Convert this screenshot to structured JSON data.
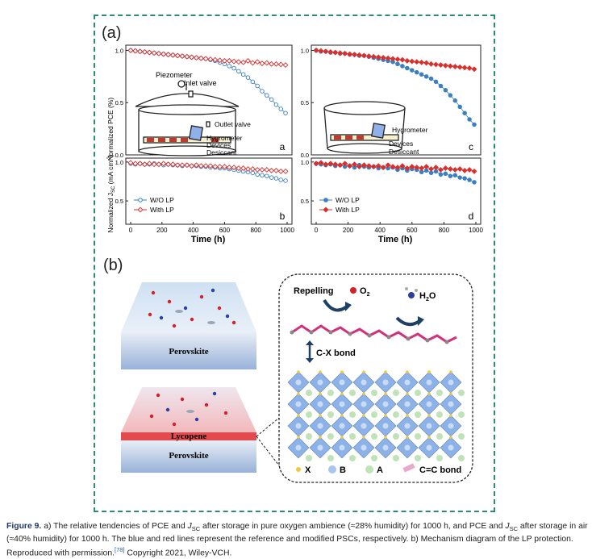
{
  "panel_a_label": "(a)",
  "panel_b_label": "(b)",
  "charts": {
    "sub_labels": [
      "a",
      "b",
      "c",
      "d"
    ],
    "x_label": "Time (h)",
    "y_label_pce": "Normalized PCE (%)",
    "y_label_jsc_main": "Normalized J",
    "y_label_jsc_sub": "SC",
    "y_label_jsc_unit": " (mA cm",
    "y_label_jsc_sup": "-2",
    "y_label_jsc_end": ")",
    "x_ticks": [
      "0",
      "200",
      "400",
      "600",
      "800",
      "1000"
    ],
    "y_ticks_top": [
      "1.0",
      "0.5",
      "0.0"
    ],
    "y_ticks_bottom": [
      "1.0",
      "0.5"
    ],
    "legend": [
      "W/O LP",
      "With LP"
    ],
    "colors": {
      "wo": "#3a7fc1",
      "with": "#d9302c"
    },
    "inset_left": {
      "piezometer": "Piezometer",
      "inlet": "Inlet valve",
      "outlet": "Outlet valve",
      "hygrometer": "Hygrometer",
      "devices": "Devices",
      "desiccant": "Desiccant"
    },
    "inset_right": {
      "hygrometer": "Hygrometer",
      "devices": "Devices",
      "desiccant": "Desiccant"
    }
  },
  "chart_data": [
    {
      "type": "scatter",
      "panel": "a",
      "xlabel": "Time (h)",
      "ylabel": "Normalized PCE (%)",
      "xlim": [
        0,
        1000
      ],
      "ylim": [
        0,
        1.05
      ],
      "series": [
        {
          "name": "W/O LP",
          "x": [
            0,
            30,
            60,
            90,
            120,
            150,
            180,
            210,
            240,
            270,
            300,
            330,
            360,
            390,
            420,
            450,
            480,
            510,
            540,
            570,
            600,
            630,
            660,
            690,
            720,
            750,
            780,
            810,
            840,
            870,
            900,
            930,
            960,
            990
          ],
          "values": [
            1.0,
            0.995,
            0.99,
            0.985,
            0.98,
            0.975,
            0.97,
            0.965,
            0.96,
            0.955,
            0.95,
            0.945,
            0.94,
            0.935,
            0.93,
            0.925,
            0.92,
            0.91,
            0.9,
            0.885,
            0.87,
            0.85,
            0.83,
            0.8,
            0.77,
            0.74,
            0.7,
            0.66,
            0.61,
            0.57,
            0.53,
            0.48,
            0.44,
            0.4
          ]
        },
        {
          "name": "With LP",
          "x": [
            0,
            30,
            60,
            90,
            120,
            150,
            180,
            210,
            240,
            270,
            300,
            330,
            360,
            390,
            420,
            450,
            480,
            510,
            540,
            570,
            600,
            630,
            660,
            690,
            720,
            750,
            780,
            810,
            840,
            870,
            900,
            930,
            960,
            990
          ],
          "values": [
            1.0,
            0.995,
            0.99,
            0.985,
            0.98,
            0.975,
            0.97,
            0.965,
            0.96,
            0.955,
            0.95,
            0.945,
            0.94,
            0.935,
            0.93,
            0.925,
            0.92,
            0.915,
            0.91,
            0.905,
            0.9,
            0.9,
            0.895,
            0.89,
            0.885,
            0.9,
            0.88,
            0.89,
            0.875,
            0.88,
            0.87,
            0.87,
            0.865,
            0.86
          ]
        }
      ]
    },
    {
      "type": "scatter",
      "panel": "b",
      "xlabel": "Time (h)",
      "ylabel": "Normalized JSC",
      "xlim": [
        0,
        1000
      ],
      "ylim": [
        0.2,
        1.05
      ],
      "series": [
        {
          "name": "W/O LP",
          "x": [
            0,
            30,
            60,
            90,
            120,
            150,
            180,
            210,
            240,
            270,
            300,
            330,
            360,
            390,
            420,
            450,
            480,
            510,
            540,
            570,
            600,
            630,
            660,
            690,
            720,
            750,
            780,
            810,
            840,
            870,
            900,
            930,
            960,
            990
          ],
          "values": [
            0.98,
            0.97,
            0.98,
            0.97,
            0.97,
            0.98,
            0.97,
            0.96,
            0.97,
            0.96,
            0.96,
            0.95,
            0.96,
            0.95,
            0.95,
            0.94,
            0.94,
            0.93,
            0.93,
            0.92,
            0.92,
            0.91,
            0.9,
            0.89,
            0.88,
            0.87,
            0.86,
            0.84,
            0.83,
            0.82,
            0.8,
            0.79,
            0.77,
            0.76
          ]
        },
        {
          "name": "With LP",
          "x": [
            0,
            30,
            60,
            90,
            120,
            150,
            180,
            210,
            240,
            270,
            300,
            330,
            360,
            390,
            420,
            450,
            480,
            510,
            540,
            570,
            600,
            630,
            660,
            690,
            720,
            750,
            780,
            810,
            840,
            870,
            900,
            930,
            960,
            990
          ],
          "values": [
            0.99,
            0.98,
            0.98,
            0.97,
            0.98,
            0.97,
            0.97,
            0.98,
            0.97,
            0.97,
            0.96,
            0.96,
            0.96,
            0.95,
            0.96,
            0.95,
            0.95,
            0.95,
            0.94,
            0.94,
            0.94,
            0.93,
            0.93,
            0.92,
            0.92,
            0.91,
            0.91,
            0.9,
            0.9,
            0.9,
            0.89,
            0.89,
            0.88,
            0.88
          ]
        }
      ]
    },
    {
      "type": "scatter",
      "panel": "c",
      "xlabel": "Time (h)",
      "ylabel": "Normalized PCE (%)",
      "xlim": [
        0,
        1000
      ],
      "ylim": [
        0,
        1.05
      ],
      "series": [
        {
          "name": "W/O LP",
          "x": [
            0,
            30,
            60,
            90,
            120,
            150,
            180,
            210,
            240,
            270,
            300,
            330,
            360,
            390,
            420,
            450,
            480,
            510,
            540,
            570,
            600,
            630,
            660,
            690,
            720,
            750,
            780,
            810,
            840,
            870,
            900,
            930,
            960,
            990
          ],
          "values": [
            1.0,
            0.99,
            0.99,
            0.98,
            0.98,
            0.97,
            0.97,
            0.96,
            0.96,
            0.95,
            0.95,
            0.94,
            0.93,
            0.92,
            0.91,
            0.9,
            0.89,
            0.87,
            0.85,
            0.83,
            0.81,
            0.79,
            0.77,
            0.75,
            0.73,
            0.7,
            0.66,
            0.62,
            0.57,
            0.52,
            0.46,
            0.4,
            0.34,
            0.29
          ]
        },
        {
          "name": "With LP",
          "x": [
            0,
            30,
            60,
            90,
            120,
            150,
            180,
            210,
            240,
            270,
            300,
            330,
            360,
            390,
            420,
            450,
            480,
            510,
            540,
            570,
            600,
            630,
            660,
            690,
            720,
            750,
            780,
            810,
            840,
            870,
            900,
            930,
            960,
            990
          ],
          "values": [
            1.0,
            0.995,
            0.99,
            0.985,
            0.98,
            0.975,
            0.97,
            0.965,
            0.96,
            0.955,
            0.95,
            0.945,
            0.94,
            0.935,
            0.93,
            0.925,
            0.92,
            0.915,
            0.91,
            0.9,
            0.895,
            0.89,
            0.885,
            0.88,
            0.87,
            0.865,
            0.86,
            0.855,
            0.85,
            0.845,
            0.84,
            0.835,
            0.83,
            0.82
          ]
        }
      ]
    },
    {
      "type": "scatter",
      "panel": "d",
      "xlabel": "Time (h)",
      "ylabel": "Normalized JSC",
      "xlim": [
        0,
        1000
      ],
      "ylim": [
        0.2,
        1.05
      ],
      "series": [
        {
          "name": "W/O LP",
          "x": [
            0,
            30,
            60,
            90,
            120,
            150,
            180,
            210,
            240,
            270,
            300,
            330,
            360,
            390,
            420,
            450,
            480,
            510,
            540,
            570,
            600,
            630,
            660,
            690,
            720,
            750,
            780,
            810,
            840,
            870,
            900,
            930,
            960,
            990
          ],
          "values": [
            0.98,
            0.97,
            0.96,
            0.97,
            0.95,
            0.96,
            0.94,
            0.95,
            0.93,
            0.96,
            0.94,
            0.93,
            0.94,
            0.92,
            0.93,
            0.92,
            0.93,
            0.9,
            0.92,
            0.89,
            0.91,
            0.9,
            0.87,
            0.89,
            0.86,
            0.88,
            0.84,
            0.85,
            0.82,
            0.83,
            0.8,
            0.79,
            0.77,
            0.74
          ]
        },
        {
          "name": "With LP",
          "x": [
            0,
            30,
            60,
            90,
            120,
            150,
            180,
            210,
            240,
            270,
            300,
            330,
            360,
            390,
            420,
            450,
            480,
            510,
            540,
            570,
            600,
            630,
            660,
            690,
            720,
            750,
            780,
            810,
            840,
            870,
            900,
            930,
            960,
            990
          ],
          "values": [
            0.98,
            0.99,
            0.97,
            0.98,
            0.97,
            0.96,
            0.98,
            0.95,
            0.97,
            0.94,
            0.96,
            0.95,
            0.94,
            0.95,
            0.93,
            0.96,
            0.94,
            0.93,
            0.95,
            0.92,
            0.94,
            0.93,
            0.92,
            0.94,
            0.91,
            0.93,
            0.9,
            0.92,
            0.91,
            0.9,
            0.91,
            0.89,
            0.9,
            0.88
          ]
        }
      ]
    }
  ],
  "panel_b": {
    "perovskite_top": "Perovskite",
    "lycopene": "Lycopene",
    "perovskite_bottom": "Perovskite",
    "repelling": "Repelling",
    "o2": "O",
    "o2_sub": "2",
    "h2o": "H",
    "h2o_sub": "2",
    "h2o_end": "O",
    "bond": "C-X bond",
    "legend": [
      "X",
      "B",
      "A",
      "C=C bond"
    ]
  },
  "caption": {
    "label": "Figure 9.",
    "text1": " a) The relative tendencies of PCE and ",
    "j": "J",
    "sc": "SC",
    "text2": " after storage in pure oxygen ambience (≈28% humidity) for 1000 h, and PCE and ",
    "text3": " after storage in air (≈40% humidity) for 1000 h. The blue and red lines represent the reference and modified PSCs, respectively. b) Mechanism diagram of the LP protection. Reproduced with permission.",
    "ref": "[78]",
    "text4": " Copyright 2021, Wiley-VCH."
  }
}
